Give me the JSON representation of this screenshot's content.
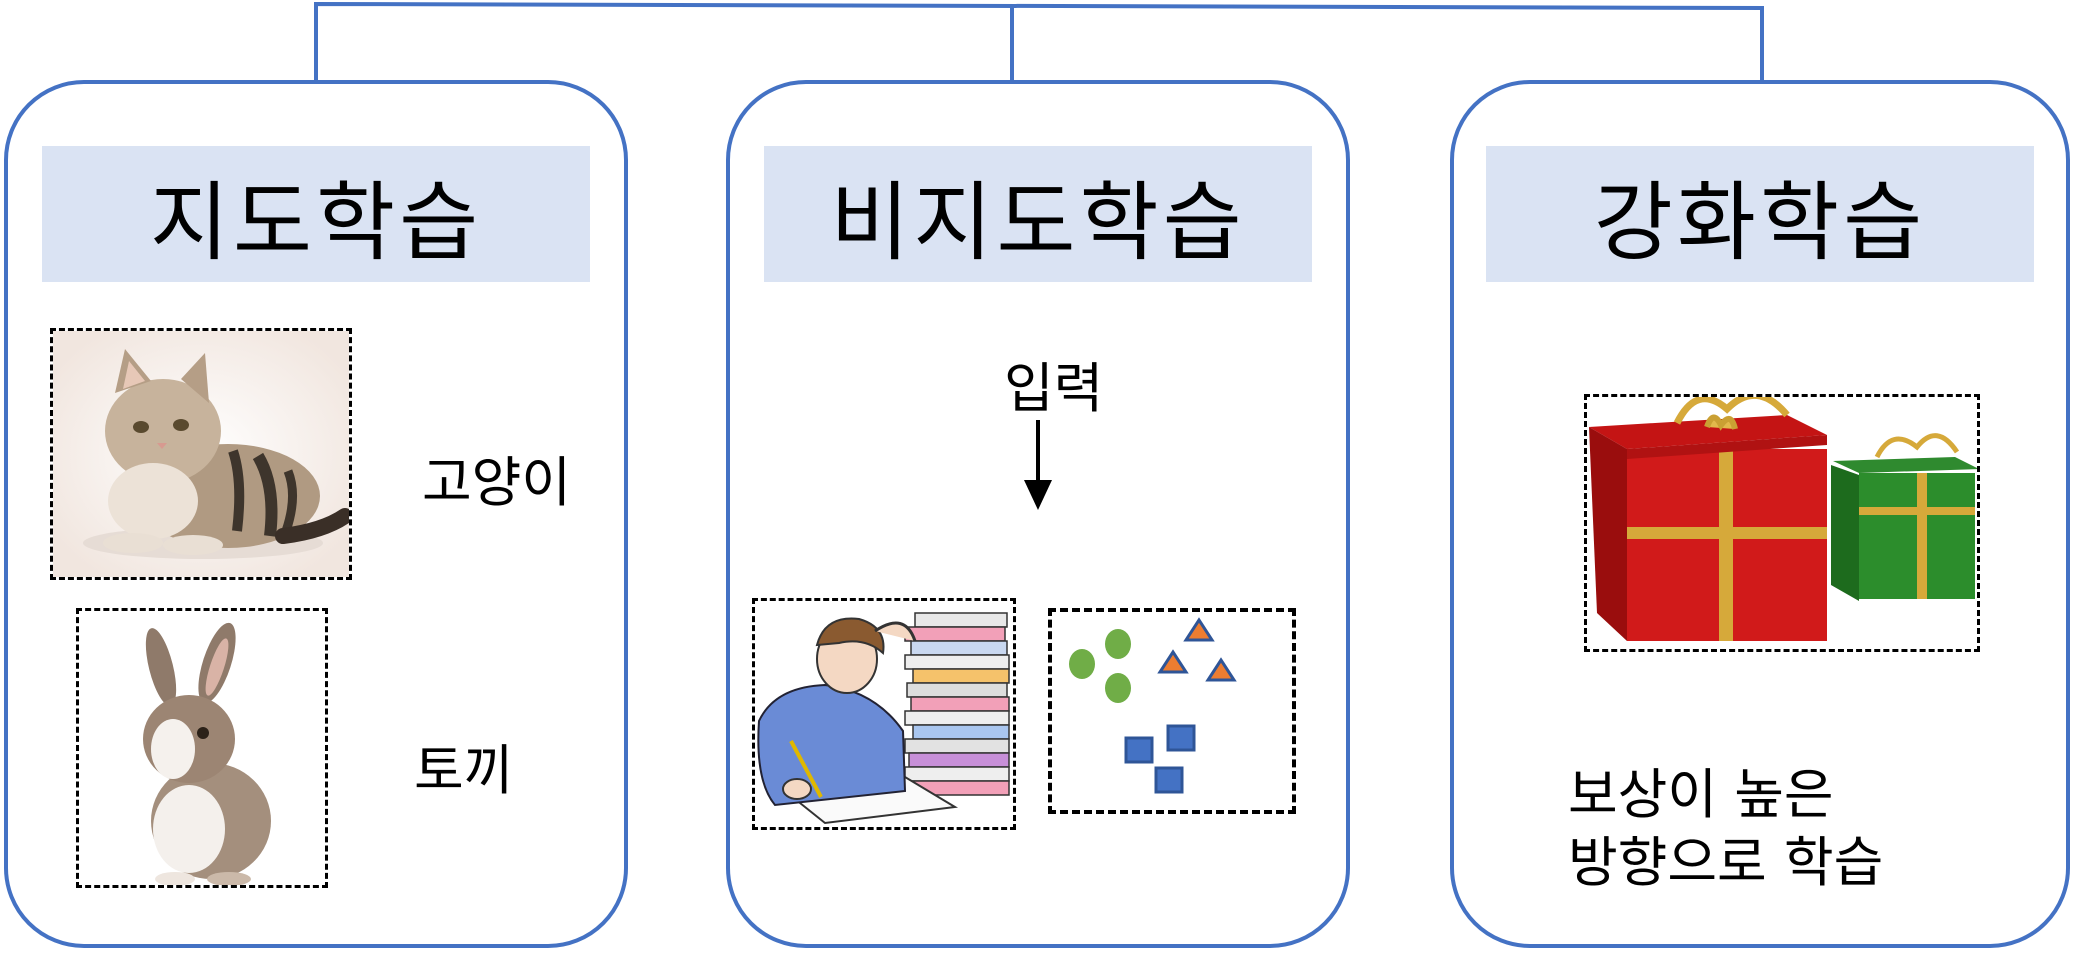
{
  "panels": [
    {
      "title": "지도학습",
      "items": [
        {
          "label": "고양이",
          "image": "cat-photo"
        },
        {
          "label": "토끼",
          "image": "rabbit-photo"
        }
      ]
    },
    {
      "title": "비지도학습",
      "input_label": "입력",
      "images": [
        "student-studying-illustration",
        "clustered-shapes-plot"
      ]
    },
    {
      "title": "강화학습",
      "image": "gift-boxes-photo",
      "caption_line1": "보상이 높은",
      "caption_line2": "방향으로 학습"
    }
  ],
  "colors": {
    "panel_border": "#4472c4",
    "title_band": "#dae3f3",
    "green": "#70ad47",
    "orange": "#ed7d31",
    "blue": "#4472c4"
  }
}
